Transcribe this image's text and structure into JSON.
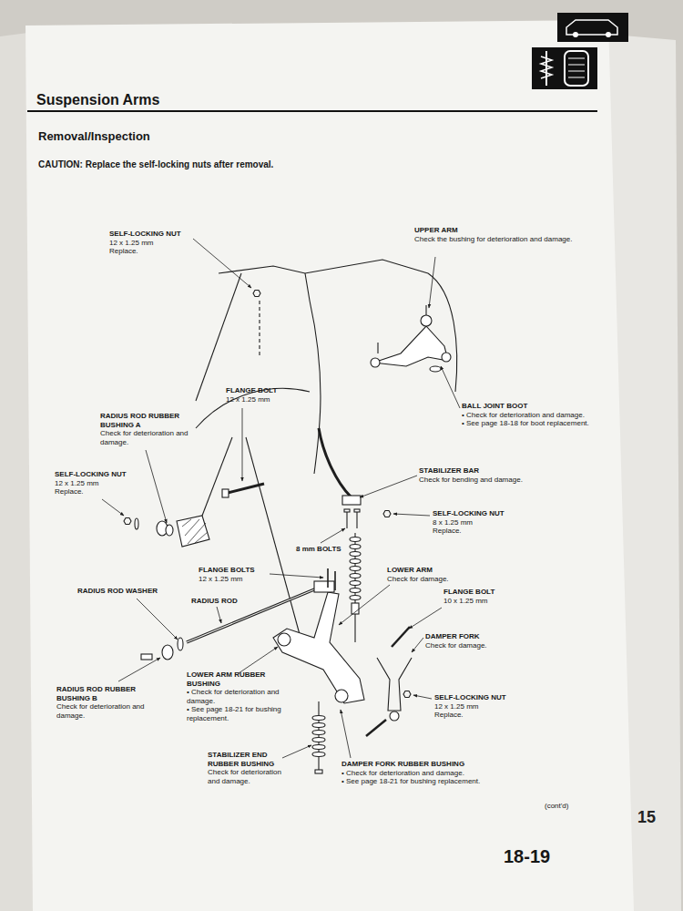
{
  "diagram": {
    "title": "Suspension Arms",
    "labels": [
      "Removal/Inspection",
      "CAUTION: Replace the self-locking nuts after removal.",
      "SELF-LOCKING NUT",
      "12 x 1.25 mm",
      "Replace.",
      "UPPER ARM",
      "Check the bushing for deterioration and damage.",
      "FLANGE BOLT",
      "12 x 1.25 mm",
      "RADIUS ROD RUBBER BUSHING A",
      "Check for deterioration and damage.",
      "BALL JOINT BOOT",
      "• Check for deterioration and damage.",
      "• See page 18-18 for boot replacement.",
      "SELF-LOCKING NUT",
      "12 x 1.25 mm",
      "Replace.",
      "STABILIZER BAR",
      "Check for bending and damage.",
      "SELF-LOCKING NUT",
      "8 x 1.25 mm",
      "Replace.",
      "8 mm BOLTS",
      "FLANGE BOLTS",
      "12 x 1.25 mm",
      "LOWER ARM",
      "Check for damage.",
      "FLANGE BOLT",
      "10 x 1.25 mm",
      "RADIUS ROD WASHER",
      "RADIUS ROD",
      "DAMPER FORK",
      "Check for damage.",
      "LOWER ARM RUBBER BUSHING",
      "• Check for deterioration and damage.",
      "• See page 18-21 for bushing replacement.",
      "RADIUS ROD RUBBER BUSHING B",
      "Check for deterioration and damage.",
      "SELF-LOCKING NUT",
      "12 x 1.25 mm",
      "Replace.",
      "STABILIZER END RUBBER BUSHING",
      "Check for deterioration and damage.",
      "DAMPER FORK RUBBER BUSHING",
      "• Check for deterioration and damage.",
      "• See page 18-21 for bushing replacement.",
      "(cont'd)",
      "18-19",
      "15"
    ]
  }
}
